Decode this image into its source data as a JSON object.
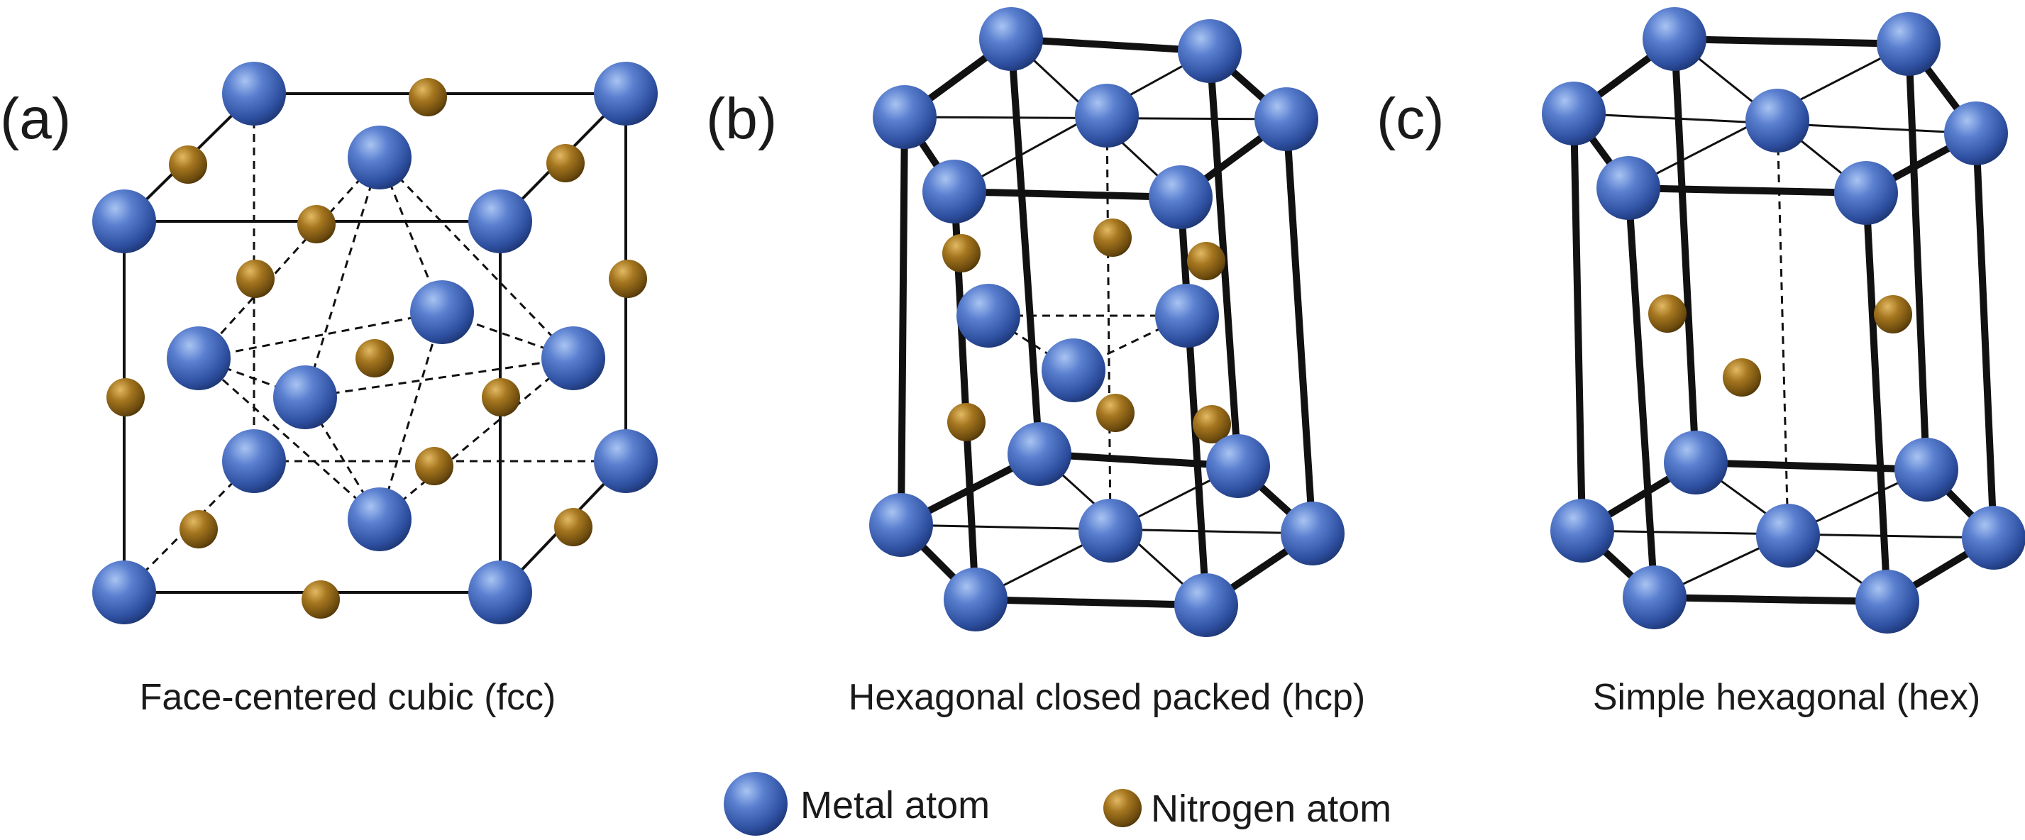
{
  "panels": [
    {
      "letter": "(a)",
      "caption": "Face-centered cubic (fcc)"
    },
    {
      "letter": "(b)",
      "caption": "Hexagonal closed packed (hcp)"
    },
    {
      "letter": "(c)",
      "caption": "Simple hexagonal (hex)"
    }
  ],
  "legend": {
    "metal": "Metal atom",
    "nitrogen": "Nitrogen atom"
  },
  "colors": {
    "metal": "#3f63b8",
    "nitrogen": "#8a6318",
    "line": "#111111"
  }
}
